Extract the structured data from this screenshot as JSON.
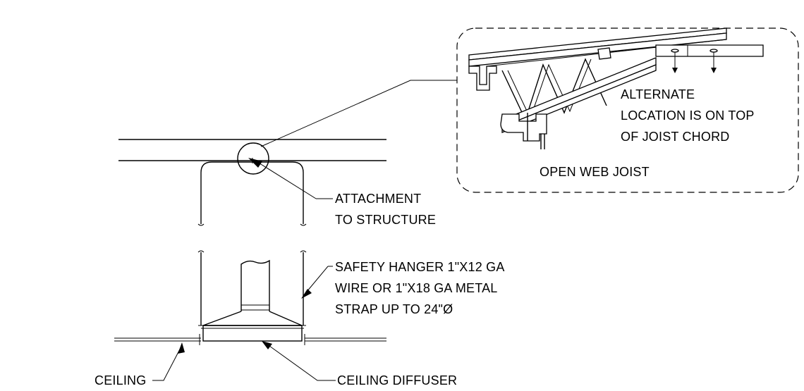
{
  "labels": {
    "alternate_line1": "ALTERNATE",
    "alternate_line2": "LOCATION IS ON TOP",
    "alternate_line3": "OF JOIST CHORD",
    "open_web_joist": "OPEN WEB JOIST",
    "attachment_line1": "ATTACHMENT",
    "attachment_line2": "TO STRUCTURE",
    "safety_line1": "SAFETY HANGER 1\"X12 GA",
    "safety_line2": "WIRE OR 1\"X18 GA METAL",
    "safety_line3": "STRAP UP TO 24\"Ø",
    "ceiling": "CEILING",
    "ceiling_diffuser": "CEILING DIFFUSER"
  },
  "colors": {
    "line": "#000000",
    "background": "#ffffff"
  }
}
